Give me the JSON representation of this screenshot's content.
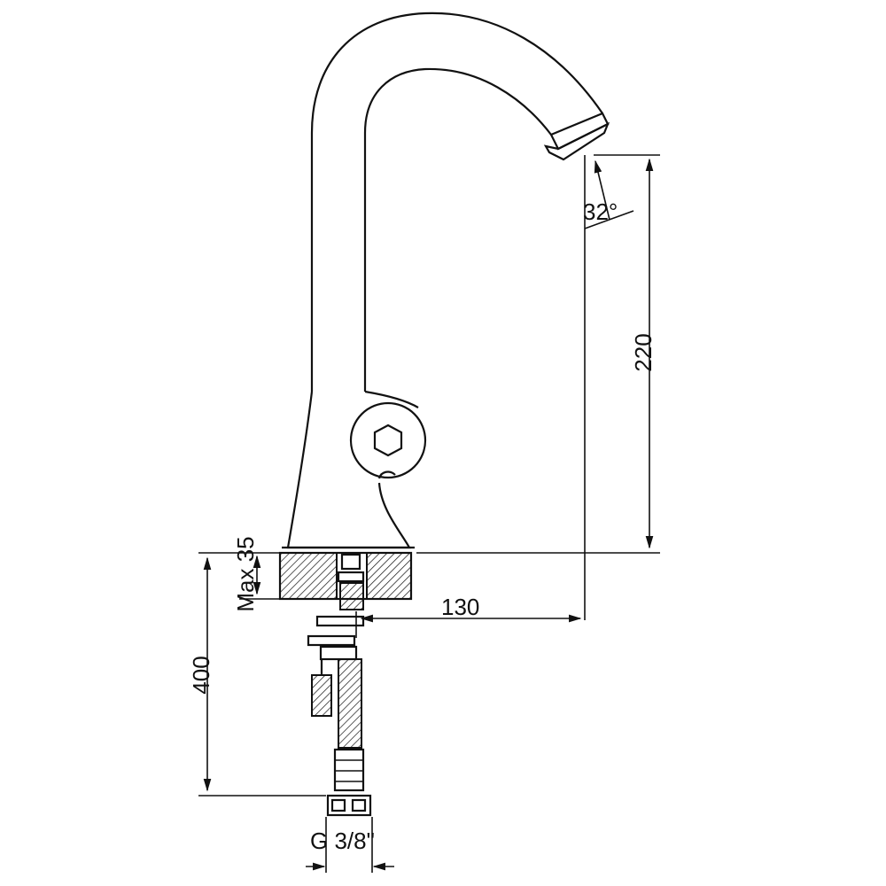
{
  "dimensions": {
    "height_spout": "220",
    "reach": "130",
    "hose_length": "400",
    "max_deck": "Max 35",
    "angle": "32°",
    "thread": "G 3/8\""
  },
  "colors": {
    "line": "#111111",
    "background": "#ffffff"
  }
}
